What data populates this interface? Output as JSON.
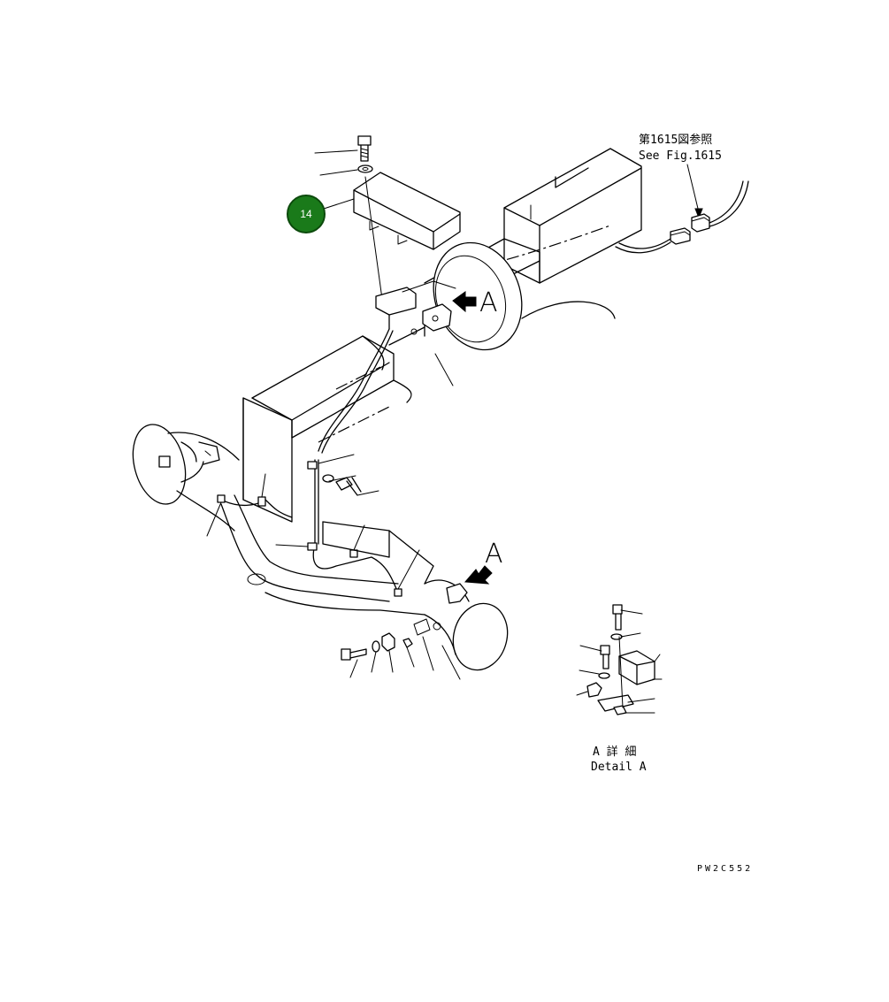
{
  "reference_note": {
    "japanese": "第1615図参照",
    "english": "See Fig.1615"
  },
  "view_marker": "A",
  "detail_caption": {
    "japanese": "A 詳 細",
    "english": "Detail A"
  },
  "drawing_code": "PW2C552",
  "callout": {
    "number": "14",
    "color": "#1a7a1a"
  }
}
